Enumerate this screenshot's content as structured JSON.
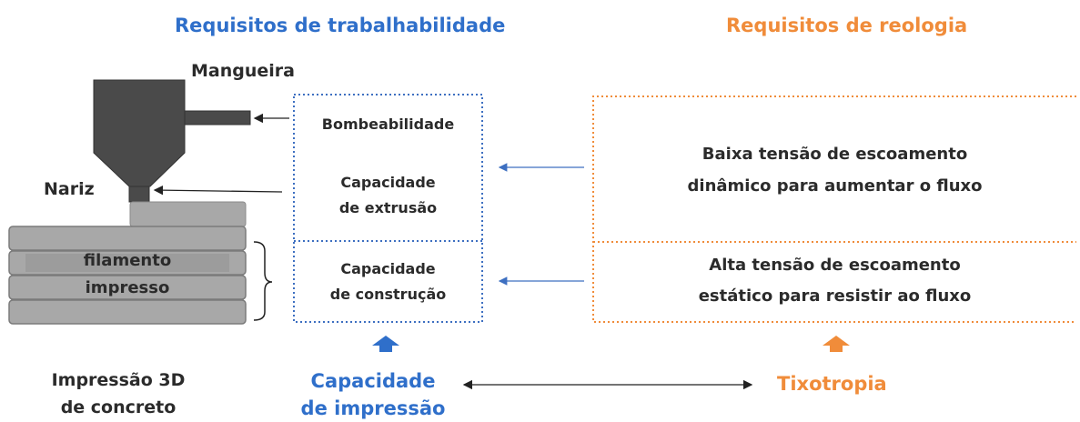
{
  "headings": {
    "workability": "Requisitos de trabalhabilidade",
    "rheology": "Requisitos de reologia"
  },
  "printer": {
    "hose_label": "Mangueira",
    "nozzle_label": "Nariz",
    "filament_label_line1": "filamento",
    "filament_label_line2": "impresso",
    "caption_line1": "Impressão 3D",
    "caption_line2": "de concreto"
  },
  "workability_box": {
    "pumpability": "Bombeabilidade",
    "extrudability_line1": "Capacidade",
    "extrudability_line2": "de extrusão",
    "buildability_line1": "Capacidade",
    "buildability_line2": "de construção"
  },
  "rheology_box": {
    "dynamic_line1": "Baixa tensão de escoamento",
    "dynamic_line2": "dinâmico para aumentar o fluxo",
    "static_line1": "Alta tensão de escoamento",
    "static_line2": "estático para resistir ao fluxo"
  },
  "bottom": {
    "printability_line1": "Capacidade",
    "printability_line2": "de impressão",
    "thixotropy": "Tixotropia"
  },
  "colors": {
    "blue": "#2f6fca",
    "orange": "#f08c3a",
    "printer_dark": "#4a4a4a",
    "layer_gray": "#a8a8a8"
  }
}
